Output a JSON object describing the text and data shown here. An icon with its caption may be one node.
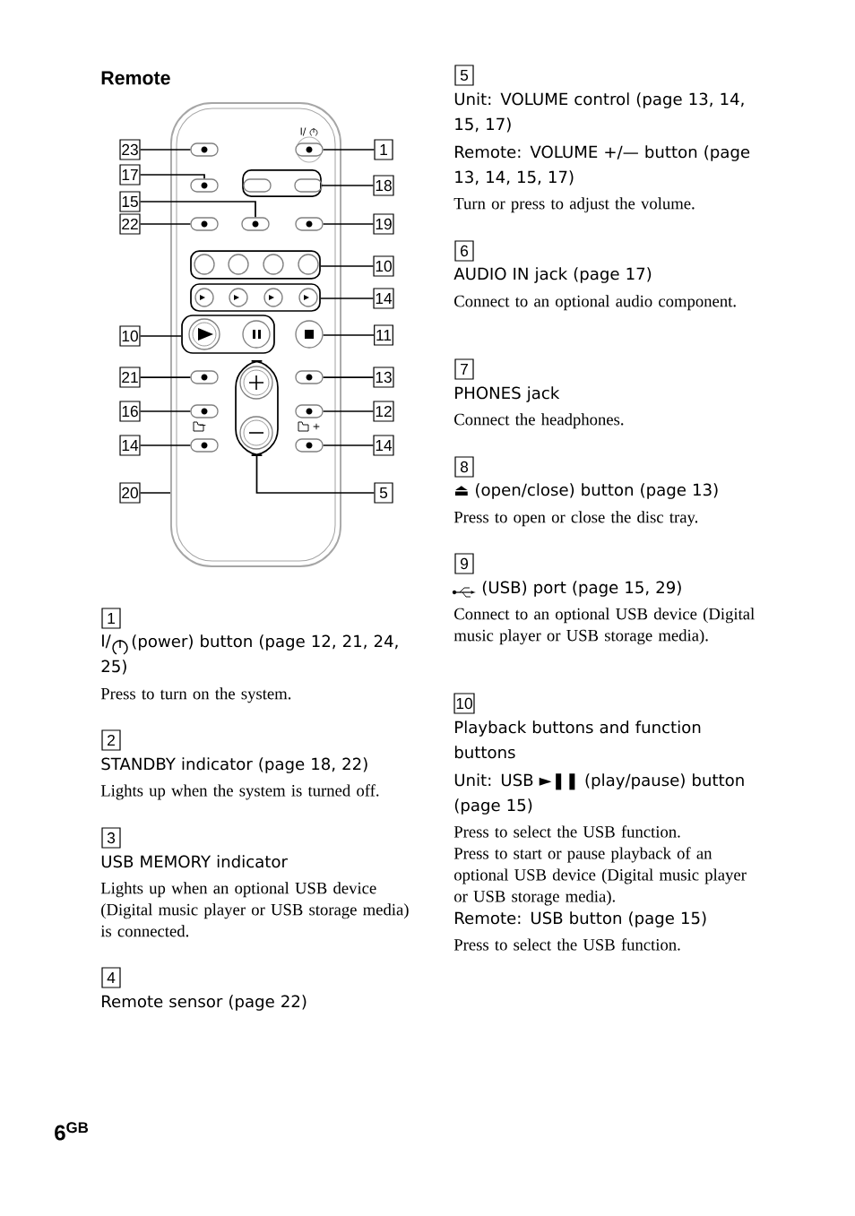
{
  "diagram": {
    "title": "Remote",
    "nodes": [
      {
        "text": [
          "23"
        ]
      },
      {
        "text": [
          "1"
        ]
      },
      {
        "text": [
          "17"
        ]
      },
      {
        "text": [
          "18"
        ]
      },
      {
        "text": [
          "15"
        ]
      },
      {
        "text": [
          "22"
        ]
      },
      {
        "text": [
          "19"
        ]
      },
      {
        "text": [
          "10"
        ]
      },
      {
        "text": [
          "14"
        ]
      },
      {
        "text": [
          "10"
        ]
      },
      {
        "text": [
          "11"
        ]
      },
      {
        "text": [
          "21"
        ]
      },
      {
        "text": [
          "13"
        ]
      },
      {
        "text": [
          "16"
        ]
      },
      {
        "text": [
          "12"
        ]
      },
      {
        "text": [
          "14"
        ]
      },
      {
        "text": [
          "14"
        ]
      },
      {
        "text": [
          "20"
        ]
      },
      {
        "text": [
          "5"
        ]
      },
      {
        "text": [
          "1"
        ]
      },
      {
        "text": [
          "2"
        ]
      },
      {
        "text": [
          "3"
        ]
      },
      {
        "text": [
          "4"
        ]
      },
      {
        "text": [
          "5"
        ]
      },
      {
        "text": [
          "6"
        ]
      },
      {
        "text": [
          "7"
        ]
      },
      {
        "text": [
          "8"
        ]
      },
      {
        "text": [
          "9"
        ]
      },
      {
        "text": [
          "10"
        ]
      },
      {
        "text": [],
        "shape": "remote"
      },
      {
        "text": [],
        "shape": "button",
        "in": 29
      },
      {
        "text": [],
        "shape": "button",
        "in": 29
      },
      {
        "text": [],
        "shape": "button",
        "in": 29
      },
      {
        "text": [],
        "shape": "box",
        "in": 29
      },
      {
        "text": [],
        "shape": "button",
        "in": 29
      },
      {
        "text": [],
        "shape": "button",
        "in": 29
      },
      {
        "text": [],
        "shape": "button",
        "in": 29
      },
      {
        "text": [],
        "shape": "box",
        "in": 29
      },
      {
        "text": [],
        "shape": "box",
        "in": 29
      },
      {
        "text": [],
        "shape": "box",
        "in": 29
      },
      {
        "text": [],
        "shape": "button",
        "in": 29
      },
      {
        "text": [],
        "shape": "button",
        "in": 29
      },
      {
        "text": [],
        "shape": "box",
        "in": 29
      },
      {
        "text": [],
        "shape": "button",
        "in": 29
      },
      {
        "text": [],
        "shape": "button",
        "in": 29
      },
      {
        "text": [],
        "shape": "button",
        "in": 29
      },
      {
        "text": [],
        "shape": "button",
        "in": 29
      },
      {
        "text": [],
        "shape": "button",
        "in": 29
      }
    ],
    "edges": [
      {
        "from": 0,
        "to": 30,
        "arrow": "none"
      },
      {
        "from": 1,
        "to": 31,
        "arrow": "none"
      },
      {
        "from": 2,
        "to": 32,
        "arrow": "none"
      },
      {
        "from": 3,
        "to": 33,
        "arrow": "none"
      },
      {
        "from": 4,
        "to": 35,
        "arrow": "none"
      },
      {
        "from": 5,
        "to": 34,
        "arrow": "none"
      },
      {
        "from": 6,
        "to": 36,
        "arrow": "none"
      },
      {
        "from": 7,
        "to": 37,
        "arrow": "none"
      },
      {
        "from": 8,
        "to": 38,
        "arrow": "none"
      },
      {
        "from": 9,
        "to": 39,
        "arrow": "none"
      },
      {
        "from": 10,
        "to": 40,
        "arrow": "none"
      },
      {
        "from": 11,
        "to": 41,
        "arrow": "none"
      },
      {
        "from": 12,
        "to": 43,
        "arrow": "none"
      },
      {
        "from": 13,
        "to": 44,
        "arrow": "none"
      },
      {
        "from": 14,
        "to": 45,
        "arrow": "none"
      },
      {
        "from": 15,
        "to": 46,
        "arrow": "none"
      },
      {
        "from": 16,
        "to": 47,
        "arrow": "none"
      },
      {
        "from": 17,
        "to": 29,
        "arrow": "none"
      },
      {
        "from": 18,
        "to": 42,
        "arrow": "none"
      }
    ],
    "labels": [
      "I/",
      "−",
      "+",
      "I/",
      "(power) button (page 12, 21, 24, 25)",
      "Press to turn on the system.",
      "STANDBY indicator (page 18, 22)",
      "Lights up when the system is turned off.",
      "USB MEMORY indicator",
      "Lights up when an optional USB device (Digital music player or USB storage media) is connected.",
      "Remote sensor (page 22)",
      "Unit: VOLUME control (page 13, 14, 15, 17)",
      "Remote: VOLUME +/— button (page 13, 14, 15, 17)",
      "Turn or press to adjust the volume.",
      "AUDIO IN jack (page 17)",
      "Connect to an optional audio component.",
      "PHONES jack",
      "Connect the headphones.",
      "⏏ (open/close) button (page 13)",
      "Press to open or close the disc tray.",
      "(USB) port (page 15, 29)",
      "Connect to an optional USB device (Digital music player or USB storage media).",
      "Playback buttons and function buttons",
      "Unit: USB ►❚❚ (play/pause) button (page 15)",
      "Press to select the USB function.",
      "Press to start or pause playback of an optional USB device (Digital music player or USB storage media).",
      "Remote: USB button (page 15)",
      "Press to select the USB function.",
      "6$^{GB}$"
    ]
  }
}
